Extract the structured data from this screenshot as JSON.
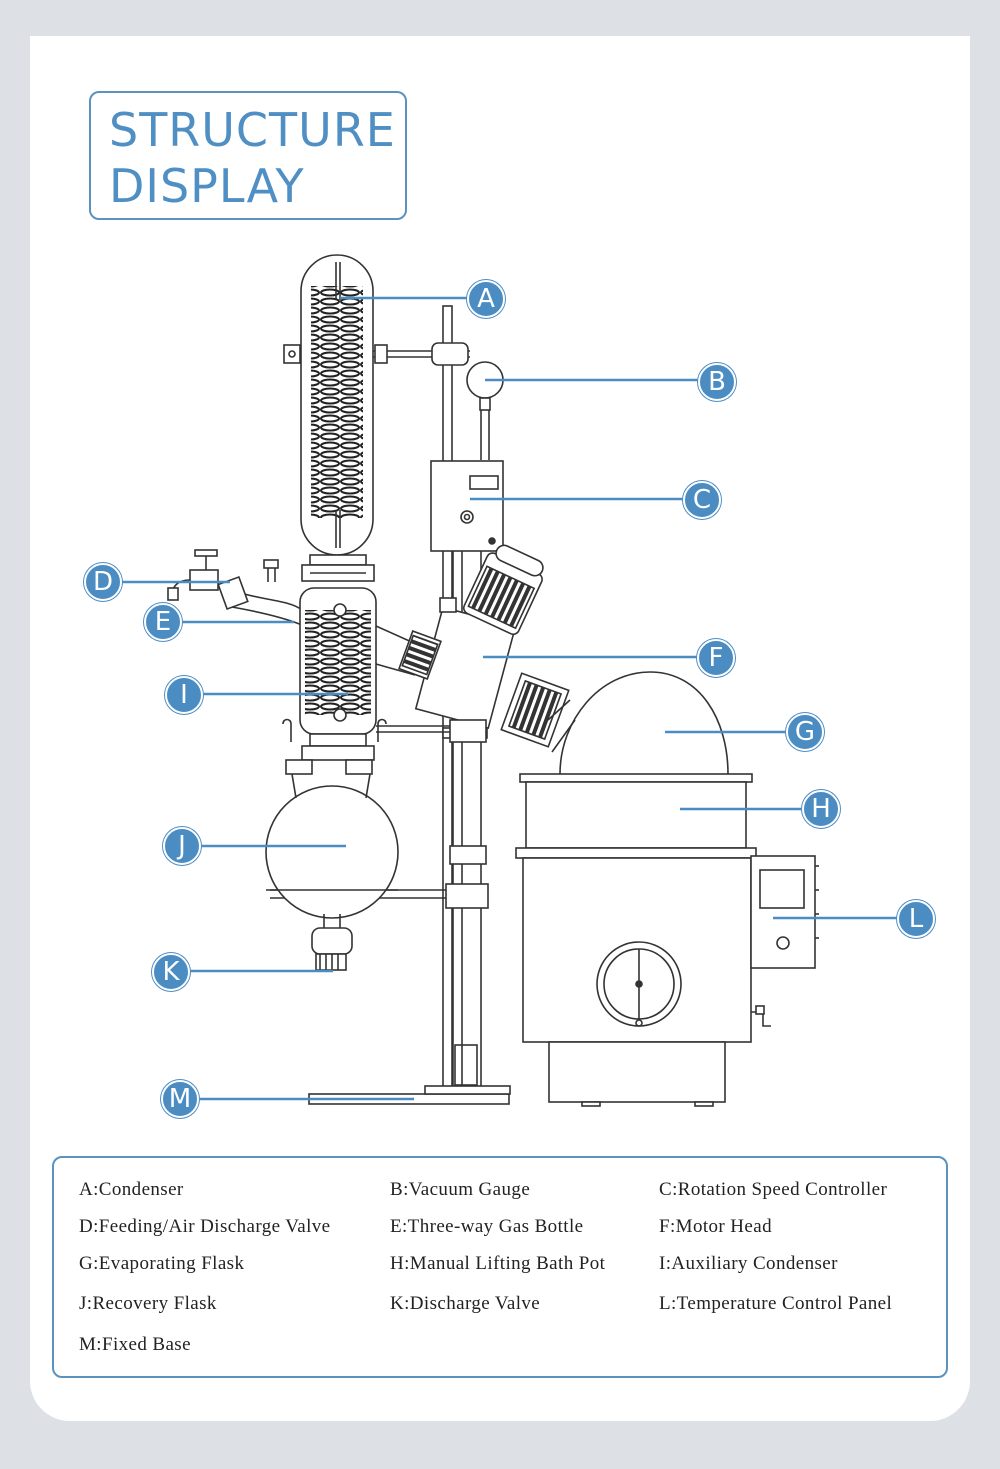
{
  "title": {
    "line1": "STRUCTURE",
    "line2": "DISPLAY"
  },
  "colors": {
    "accent": "#4b8cc3",
    "line": "#333333",
    "background": "#dde1e6"
  },
  "callouts": {
    "A": "A",
    "B": "B",
    "C": "C",
    "D": "D",
    "E": "E",
    "F": "F",
    "G": "G",
    "H": "H",
    "I": "I",
    "J": "J",
    "K": "K",
    "L": "L",
    "M": "M"
  },
  "legend": {
    "A": "A:Condenser",
    "B": "B:Vacuum Gauge",
    "C": "C:Rotation Speed Controller",
    "D": "D:Feeding/Air Discharge Valve",
    "E": "E:Three-way Gas Bottle",
    "F": "F:Motor Head",
    "G": "G:Evaporating Flask",
    "H": "H:Manual Lifting Bath Pot",
    "I": "I:Auxiliary Condenser",
    "J": "J:Recovery Flask",
    "K": "K:Discharge Valve",
    "L": "L:Temperature Control Panel",
    "M": "M:Fixed Base"
  }
}
